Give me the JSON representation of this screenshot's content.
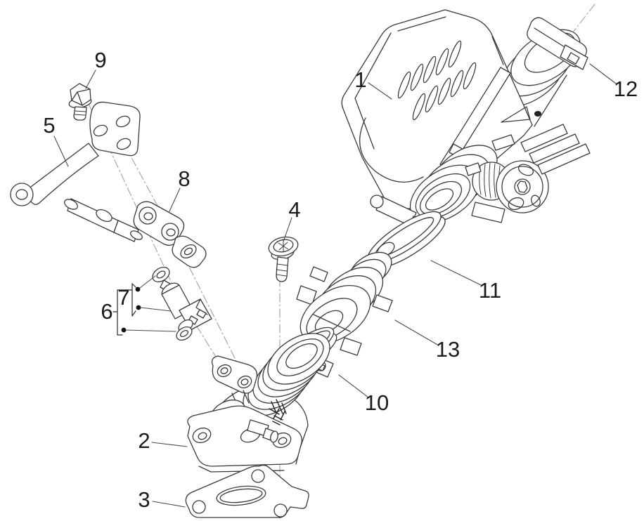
{
  "figure": {
    "type": "exploded-parts-diagram",
    "callouts": [
      {
        "label": "1"
      },
      {
        "label": "2"
      },
      {
        "label": "3"
      },
      {
        "label": "4"
      },
      {
        "label": "5"
      },
      {
        "label": "6"
      },
      {
        "label": "7"
      },
      {
        "label": "8"
      },
      {
        "label": "9"
      },
      {
        "label": "10"
      },
      {
        "label": "11"
      },
      {
        "label": "12"
      },
      {
        "label": "13"
      }
    ],
    "colors": {
      "line": "#3a3a3a",
      "axis": "#a8a8a8",
      "label": "#1a1a1a",
      "background": "#ffffff"
    }
  }
}
